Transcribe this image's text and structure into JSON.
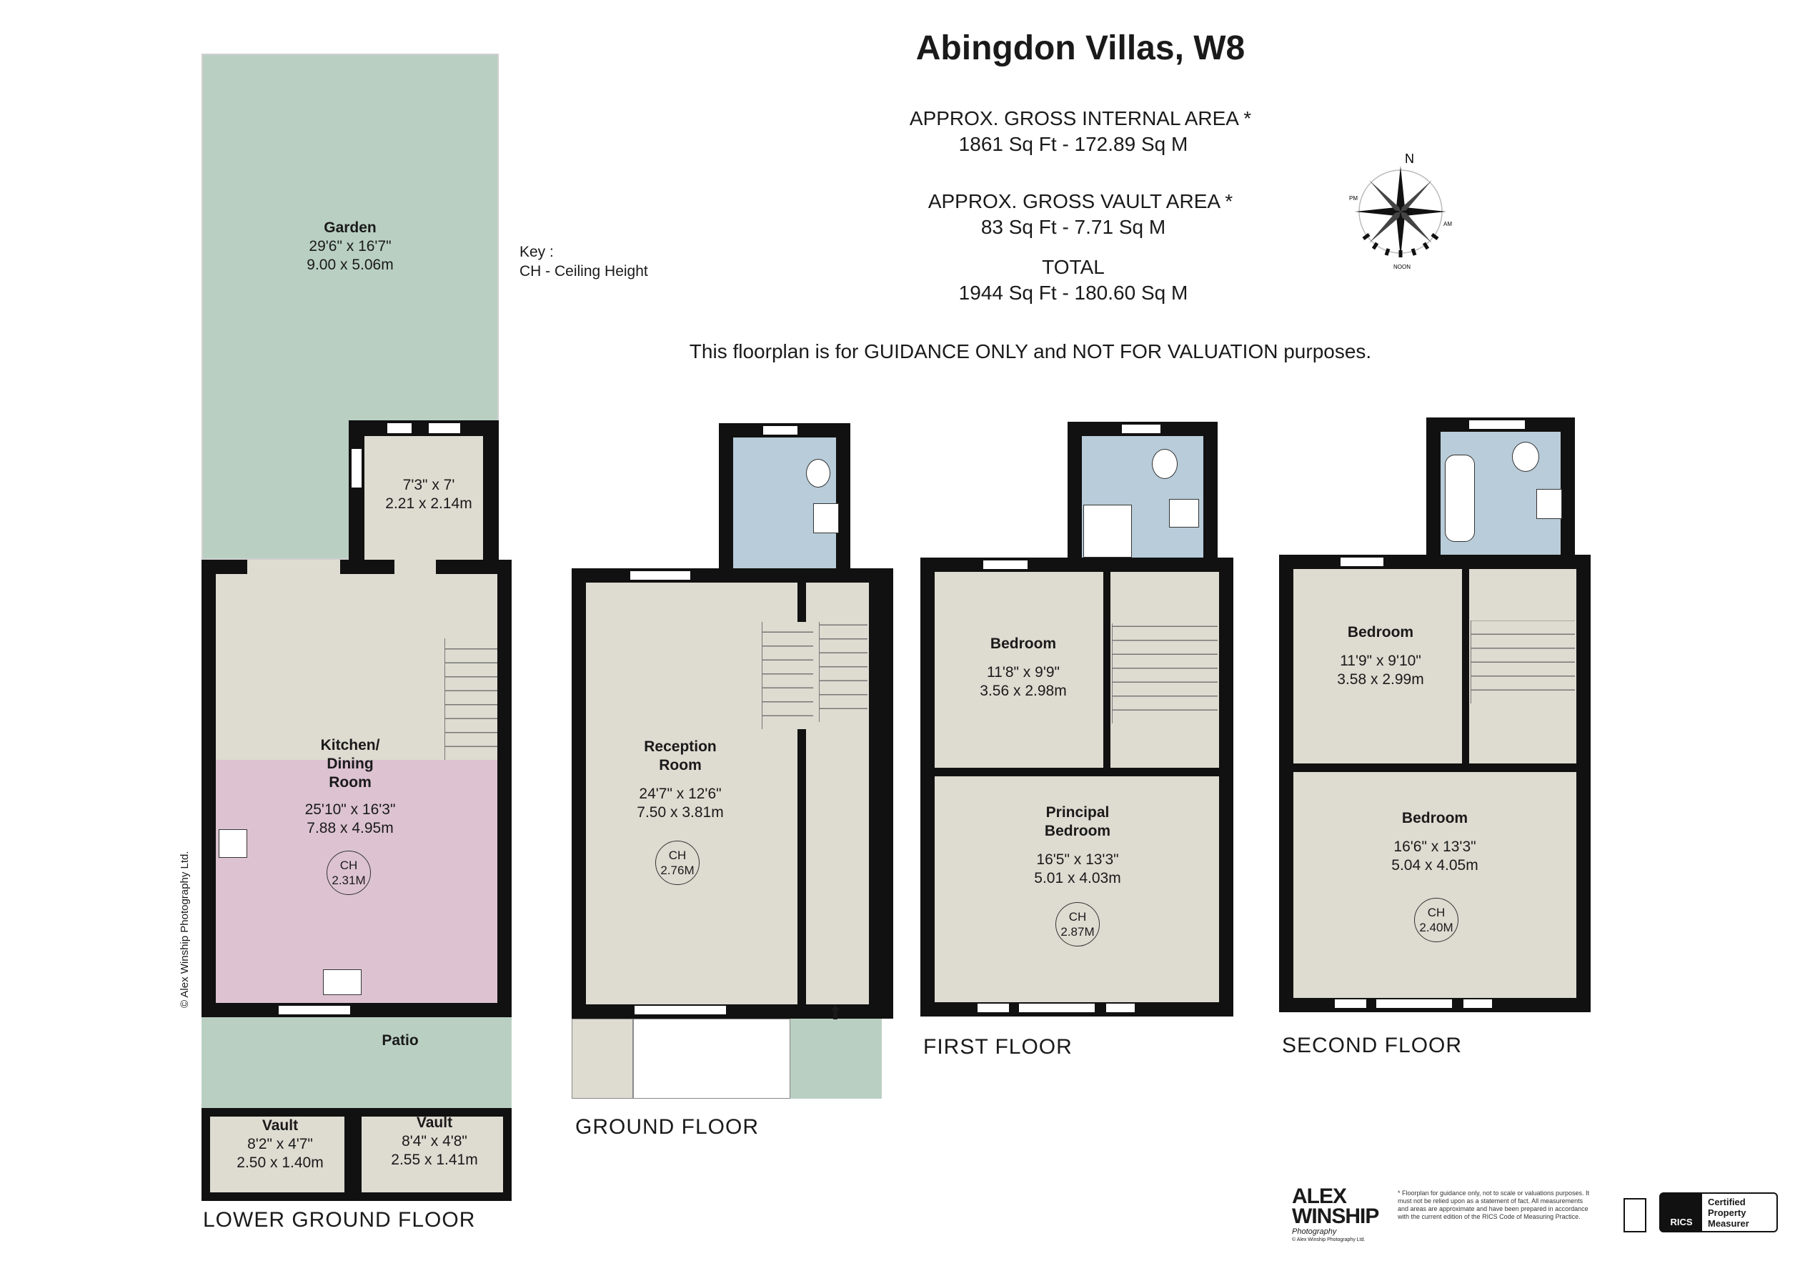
{
  "header": {
    "title": "Abingdon Villas, W8",
    "gia_label": "APPROX. GROSS INTERNAL  AREA *",
    "gia_value": "1861 Sq Ft  -  172.89 Sq M",
    "vault_label": "APPROX. GROSS VAULT  AREA *",
    "vault_value": "83 Sq Ft  -  7.71 Sq M",
    "total_label": "TOTAL",
    "total_value": "1944 Sq Ft  -  180.60 Sq M",
    "disclaimer": "This floorplan is for GUIDANCE ONLY and NOT FOR VALUATION purposes."
  },
  "compass": {
    "north": "N",
    "noon": "NOON",
    "pm": "PM",
    "am": "AM"
  },
  "key": {
    "title": "Key :",
    "ch": "CH - Ceiling Height"
  },
  "copyright": "© Alex Winship Photography Ltd.",
  "floors": {
    "lower_ground": {
      "title": "LOWER GROUND FLOOR",
      "garden": {
        "name": "Garden",
        "imperial": "29'6\" x 16'7\"",
        "metric": "9.00 x 5.06m"
      },
      "utility": {
        "imperial": "7'3\" x 7'",
        "metric": "2.21 x 2.14m"
      },
      "kitchen": {
        "name1": "Kitchen/",
        "name2": "Dining",
        "name3": "Room",
        "imperial": "25'10\" x 16'3\"",
        "metric": "7.88 x 4.95m",
        "ch_label": "CH",
        "ch_value": "2.31M"
      },
      "patio": {
        "name": "Patio"
      },
      "vault1": {
        "name": "Vault",
        "imperial": "8'2\" x 4'7\"",
        "metric": "2.50 x 1.40m"
      },
      "vault2": {
        "name": "Vault",
        "imperial": "8'4\" x 4'8\"",
        "metric": "2.55 x 1.41m"
      }
    },
    "ground": {
      "title": "GROUND FLOOR",
      "reception": {
        "name1": "Reception",
        "name2": "Room",
        "imperial": "24'7\" x 12'6\"",
        "metric": "7.50 x 3.81m",
        "ch_label": "CH",
        "ch_value": "2.76M"
      }
    },
    "first": {
      "title": "FIRST FLOOR",
      "bedroom": {
        "name": "Bedroom",
        "imperial": "11'8\" x 9'9\"",
        "metric": "3.56 x 2.98m"
      },
      "principal": {
        "name1": "Principal",
        "name2": "Bedroom",
        "imperial": "16'5\" x 13'3\"",
        "metric": "5.01 x 4.03m",
        "ch_label": "CH",
        "ch_value": "2.87M"
      }
    },
    "second": {
      "title": "SECOND FLOOR",
      "bedroom1": {
        "name": "Bedroom",
        "imperial": "11'9\" x 9'10\"",
        "metric": "3.58 x 2.99m"
      },
      "bedroom2": {
        "name": "Bedroom",
        "imperial": "16'6\" x 13'3\"",
        "metric": "5.04 x 4.05m",
        "ch_label": "CH",
        "ch_value": "2.40M"
      }
    }
  },
  "footer": {
    "brand1": "ALEX",
    "brand2": "WINSHIP",
    "brand3": "Photography",
    "brand_small": "© Alex Winship Photography Ltd.",
    "note": "* Floorplan for guidance only, not to scale or valuations purposes. It must not be relied upon as a statement of fact. All measurements and areas are approximate and have been prepared in accordance with the current edition of the RICS Code of Measuring Practice.",
    "rics": "RICS",
    "certified1": "Certified",
    "certified2": "Property",
    "certified3": "Measurer"
  },
  "colors": {
    "garden": "#b9cfc2",
    "floor": "#dedbd1",
    "bathroom": "#b8ccd9",
    "kitchen": "#ddc3d2",
    "wall": "#111111"
  }
}
